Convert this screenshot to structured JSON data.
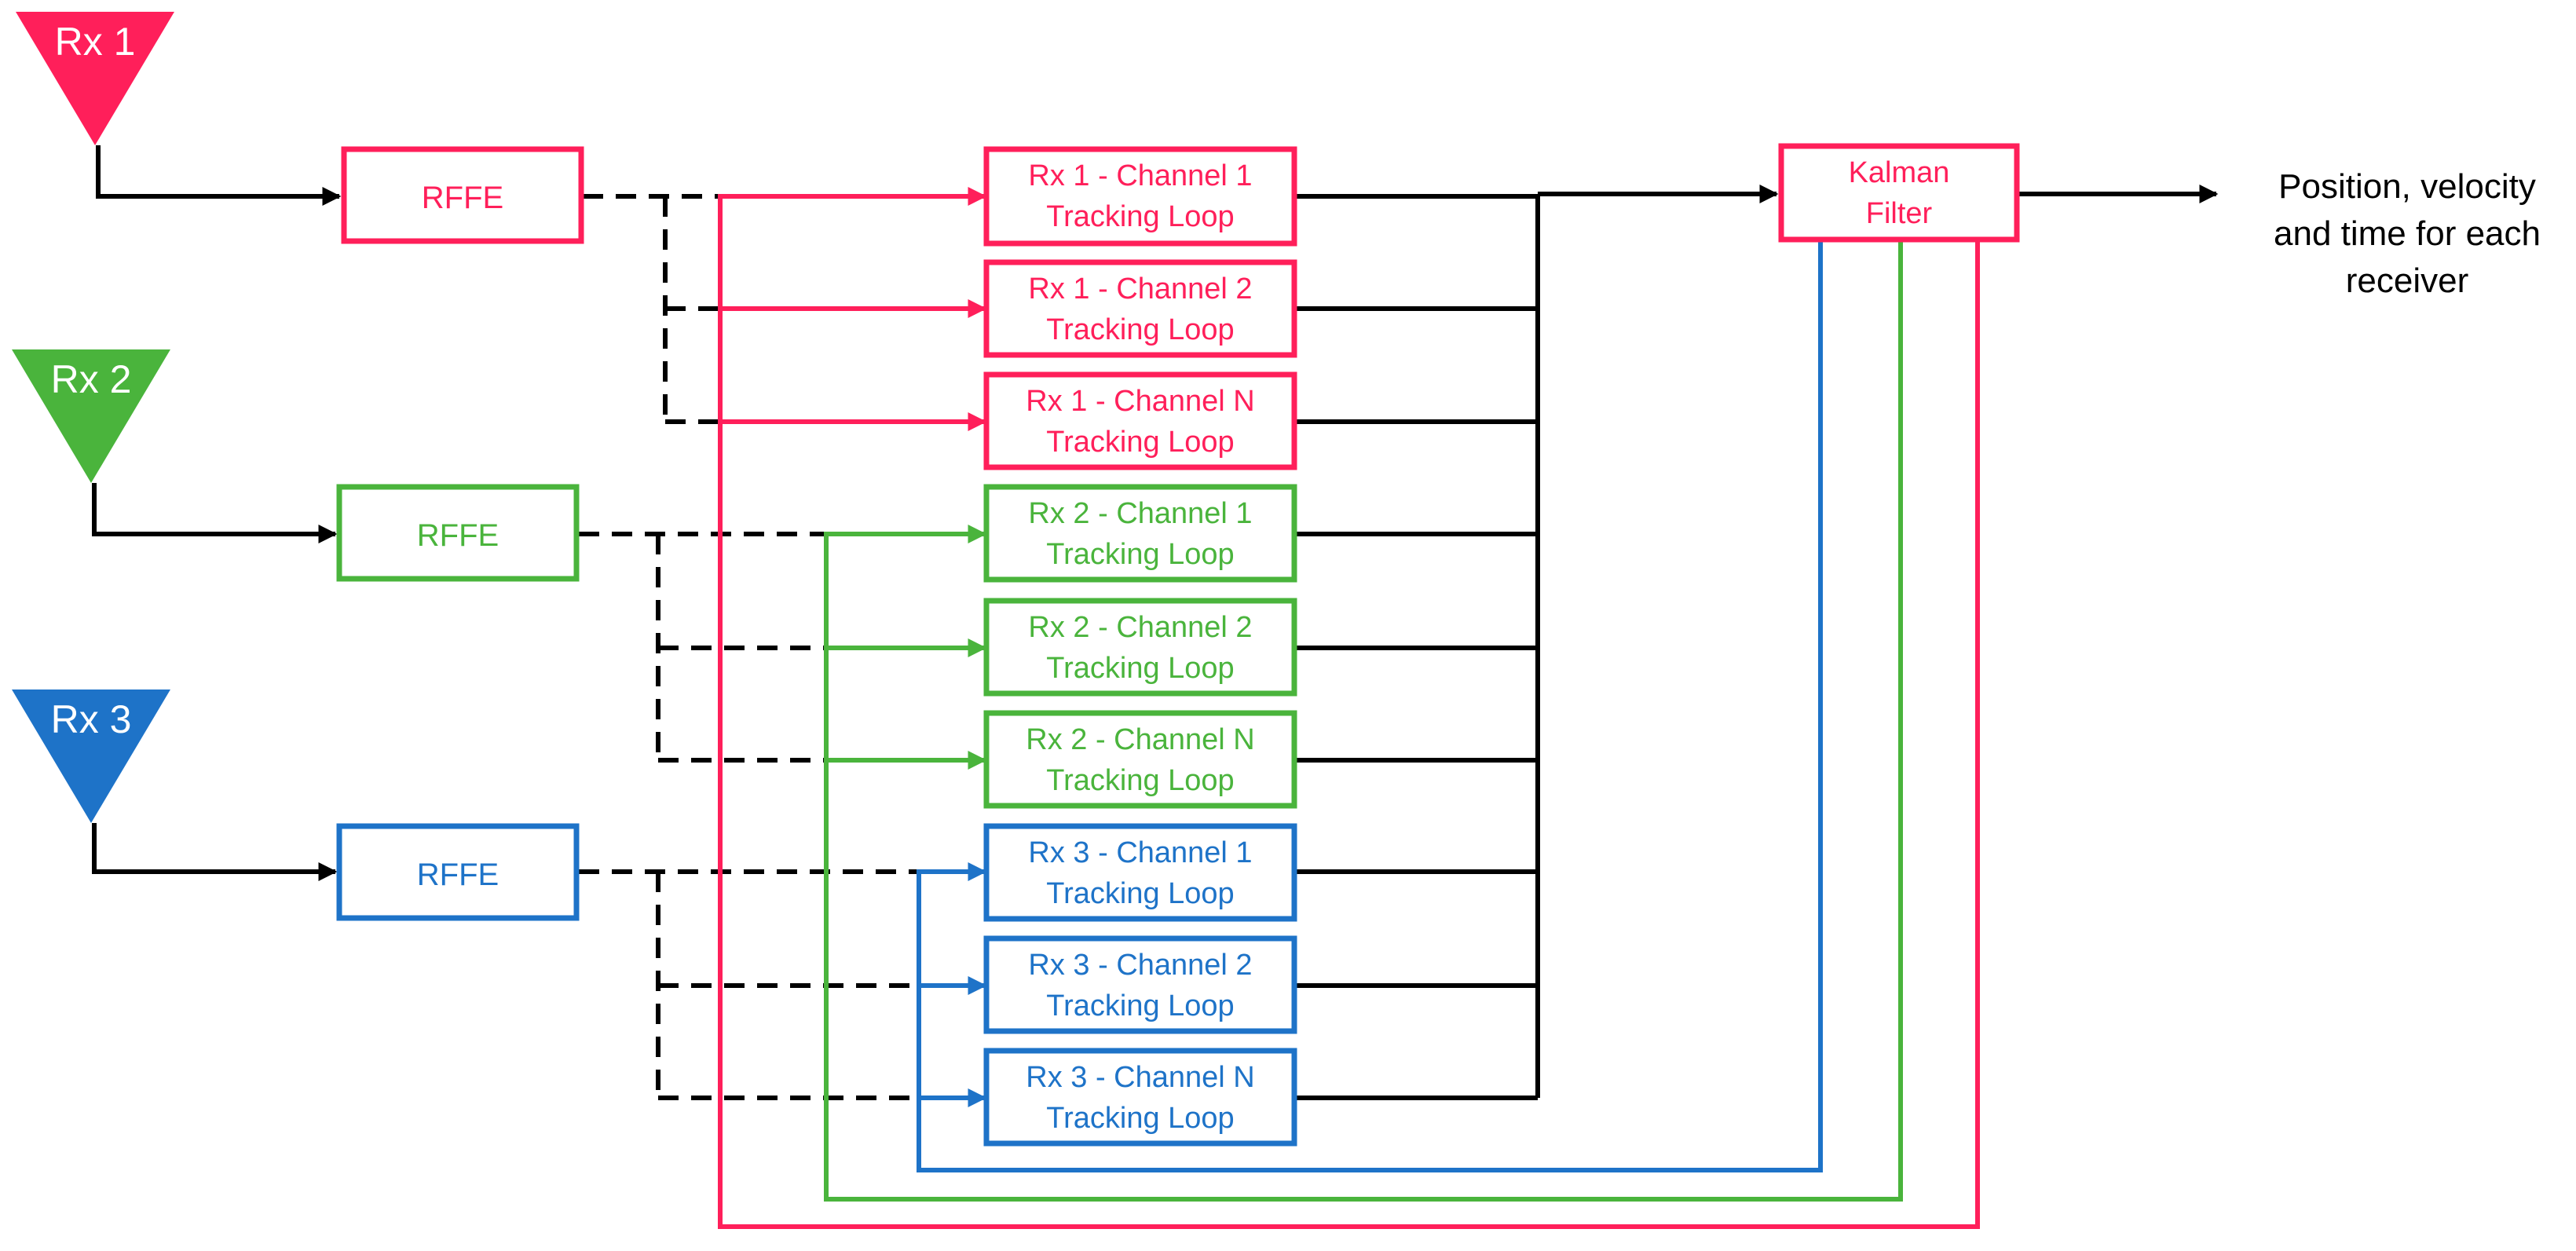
{
  "colors": {
    "rx1": "#ff1f5a",
    "rx2": "#4ab43c",
    "rx3": "#1e73c8",
    "black": "#000000",
    "triangle_text": "#ffffff"
  },
  "antennas": [
    {
      "label": "Rx 1",
      "color_key": "rx1"
    },
    {
      "label": "Rx 2",
      "color_key": "rx2"
    },
    {
      "label": "Rx 3",
      "color_key": "rx3"
    }
  ],
  "rffe": [
    {
      "label": "RFFE",
      "color_key": "rx1"
    },
    {
      "label": "RFFE",
      "color_key": "rx2"
    },
    {
      "label": "RFFE",
      "color_key": "rx3"
    }
  ],
  "tracking_loops": [
    {
      "line1": "Rx 1 - Channel 1",
      "line2": "Tracking Loop",
      "color_key": "rx1"
    },
    {
      "line1": "Rx 1 - Channel 2",
      "line2": "Tracking Loop",
      "color_key": "rx1"
    },
    {
      "line1": "Rx 1 - Channel N",
      "line2": "Tracking Loop",
      "color_key": "rx1"
    },
    {
      "line1": "Rx 2 - Channel 1",
      "line2": "Tracking Loop",
      "color_key": "rx2"
    },
    {
      "line1": "Rx 2 - Channel 2",
      "line2": "Tracking Loop",
      "color_key": "rx2"
    },
    {
      "line1": "Rx 2 - Channel N",
      "line2": "Tracking Loop",
      "color_key": "rx2"
    },
    {
      "line1": "Rx 3 - Channel 1",
      "line2": "Tracking Loop",
      "color_key": "rx3"
    },
    {
      "line1": "Rx 3 - Channel 2",
      "line2": "Tracking Loop",
      "color_key": "rx3"
    },
    {
      "line1": "Rx 3 - Channel N",
      "line2": "Tracking Loop",
      "color_key": "rx3"
    }
  ],
  "kalman": {
    "line1": "Kalman",
    "line2": "Filter",
    "color_key": "rx1"
  },
  "output": {
    "line1": "Position, velocity",
    "line2": "and time for each",
    "line3": "receiver"
  }
}
